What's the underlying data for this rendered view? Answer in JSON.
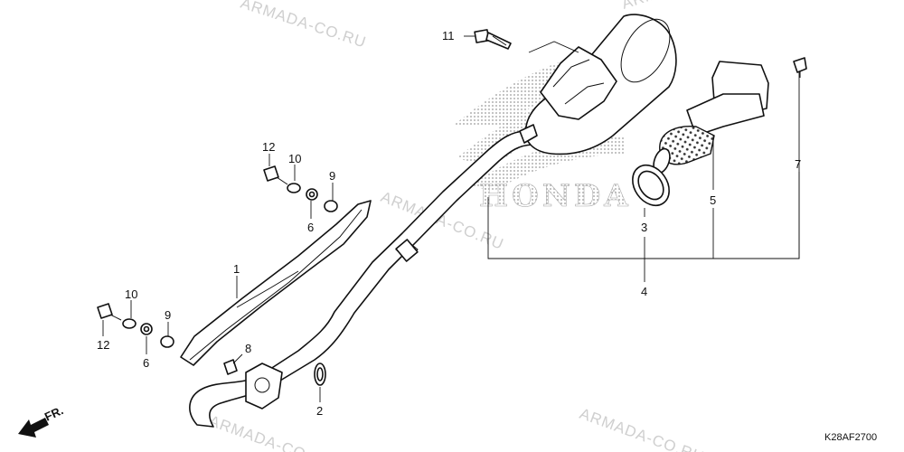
{
  "diagram": {
    "drawing_code": "K28AF2700",
    "front_marker": "FR.",
    "watermark": "ARMADA-CO.RU",
    "logo_text": "HONDA",
    "callouts": {
      "n1": "1",
      "n2": "2",
      "n3": "3",
      "n4": "4",
      "n5": "5",
      "n6": "6",
      "n7": "7",
      "n8": "8",
      "n9": "9",
      "n10": "10",
      "n11": "11",
      "n12": "12"
    }
  }
}
